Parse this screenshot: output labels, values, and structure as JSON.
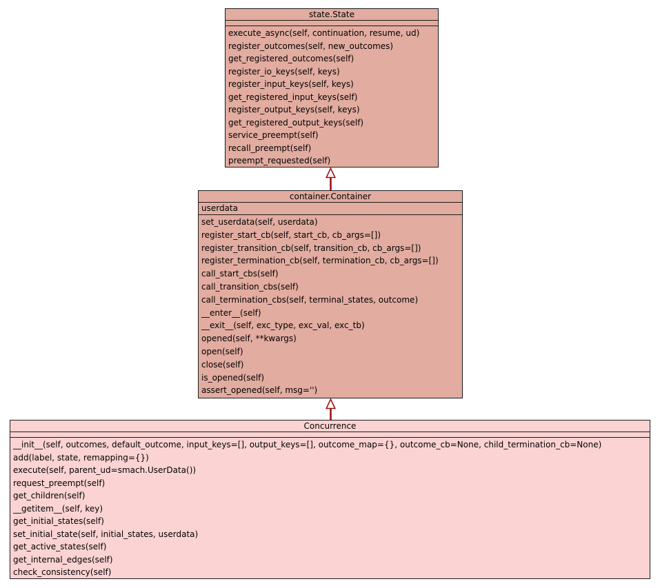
{
  "diagram": {
    "type": "uml-class-diagram",
    "colors": {
      "ancestor_class_fill": "#e2aca0",
      "target_class_fill": "#fcd3d3",
      "border": "#1a1a1a",
      "inheritance_arrow": "#a01010",
      "background": "#ffffff",
      "text": "#000000"
    },
    "classes": [
      {
        "name": "state.State",
        "attributes": [],
        "methods": [
          "execute_async(self, continuation, resume, ud)",
          "register_outcomes(self, new_outcomes)",
          "get_registered_outcomes(self)",
          "register_io_keys(self, keys)",
          "register_input_keys(self, keys)",
          "get_registered_input_keys(self)",
          "register_output_keys(self, keys)",
          "get_registered_output_keys(self)",
          "service_preempt(self)",
          "recall_preempt(self)",
          "preempt_requested(self)"
        ]
      },
      {
        "name": "container.Container",
        "attributes": [
          "userdata"
        ],
        "methods": [
          "set_userdata(self, userdata)",
          "register_start_cb(self, start_cb, cb_args=[])",
          "register_transition_cb(self, transition_cb, cb_args=[])",
          "register_termination_cb(self, termination_cb, cb_args=[])",
          "call_start_cbs(self)",
          "call_transition_cbs(self)",
          "call_termination_cbs(self, terminal_states, outcome)",
          "__enter__(self)",
          "__exit__(self, exc_type, exc_val, exc_tb)",
          "opened(self, **kwargs)",
          "open(self)",
          "close(self)",
          "is_opened(self)",
          "assert_opened(self, msg='')"
        ]
      },
      {
        "name": "Concurrence",
        "attributes": [],
        "methods": [
          "__init__(self, outcomes, default_outcome, input_keys=[], output_keys=[], outcome_map={}, outcome_cb=None, child_termination_cb=None)",
          "add(label, state, remapping={})",
          "execute(self, parent_ud=smach.UserData())",
          "request_preempt(self)",
          "get_children(self)",
          "__getitem__(self, key)",
          "get_initial_states(self)",
          "set_initial_state(self, initial_states, userdata)",
          "get_active_states(self)",
          "get_internal_edges(self)",
          "check_consistency(self)"
        ]
      }
    ],
    "relations": [
      {
        "type": "inheritance",
        "from": "container.Container",
        "to": "state.State"
      },
      {
        "type": "inheritance",
        "from": "Concurrence",
        "to": "container.Container"
      }
    ]
  }
}
